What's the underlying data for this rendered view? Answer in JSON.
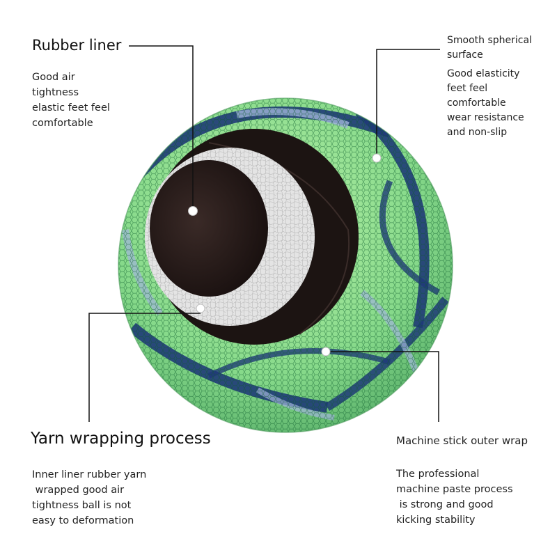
{
  "rubber_liner": {
    "title": "Rubber liner",
    "lines": [
      "Good air",
      "tightness",
      "elastic feet feel",
      "comfortable"
    ]
  },
  "surface": {
    "title_lines": [
      "Smooth spherical",
      "surface"
    ],
    "lines": [
      "Good elasticity",
      "feet feel",
      "comfortable",
      "wear resistance",
      "and non-slip"
    ]
  },
  "yarn": {
    "title": "Yarn wrapping process",
    "lines": [
      "Inner liner rubber yarn",
      " wrapped good air",
      "tightness ball is not",
      "easy to deformation"
    ]
  },
  "outer_wrap": {
    "title": "Machine stick outer wrap",
    "lines": [
      "The professional",
      "machine paste process",
      " is strong and good",
      "kicking stability"
    ]
  },
  "colors": {
    "ball_green": "#8fe08a",
    "panel_blue": "#1f3a78",
    "liner": "#2a1e1c",
    "yarn": "#e6e6e6"
  }
}
